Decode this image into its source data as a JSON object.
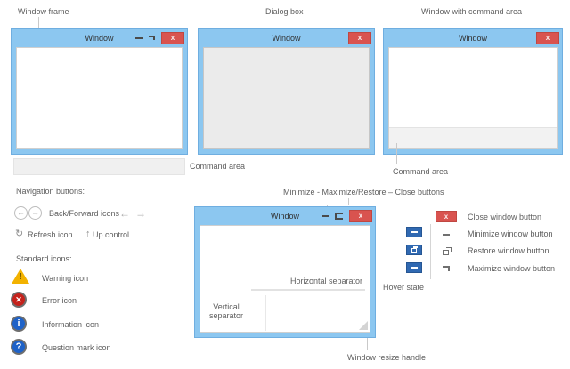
{
  "colors": {
    "titlebar_blue": "#8CC7F0",
    "frame_border": "#6FAEE0",
    "close_red": "#D9534F",
    "hover_blue": "#3069B2",
    "label_gray": "#5E5E5E"
  },
  "top_row": {
    "window_frame": {
      "caption": "Window frame",
      "title": "Window",
      "close_glyph": "x"
    },
    "dialog_box": {
      "caption": "Dialog box",
      "title": "Window",
      "close_glyph": "x"
    },
    "window_command": {
      "caption": "Window with command area",
      "title": "Window",
      "close_glyph": "x",
      "command_caption": "Command area"
    },
    "command_caption_left": "Command area"
  },
  "navigation": {
    "heading": "Navigation buttons:",
    "back_glyph": "←",
    "forward_glyph": "→",
    "back_forward_label": "Back/Forward icons",
    "arrow_left_glyph": "←",
    "arrow_right_glyph": "→",
    "refresh_glyph": "↻",
    "refresh_label": "Refresh icon",
    "up_glyph": "↑",
    "up_label": "Up control"
  },
  "standard_icons": {
    "heading": "Standard icons:",
    "items": [
      {
        "name": "warning",
        "glyph": "!",
        "label": "Warning icon"
      },
      {
        "name": "error",
        "glyph": "✕",
        "label": "Error icon"
      },
      {
        "name": "information",
        "glyph": "i",
        "label": "Information icon"
      },
      {
        "name": "question",
        "glyph": "?",
        "label": "Question mark icon"
      }
    ]
  },
  "demo_window": {
    "caption": "Minimize - Maximize/Restore – Close buttons",
    "title": "Window",
    "close_glyph": "x",
    "horizontal_separator_label": "Horizontal separator",
    "vertical_separator_label": "Vertical separator",
    "resize_handle_label": "Window resize handle"
  },
  "buttons_legend": {
    "close_glyph": "x",
    "close_label": "Close window button",
    "minimize_label": "Minimize window button",
    "restore_label": "Restore window button",
    "maximize_label": "Maximize window button",
    "hover_state_label": "Hover state"
  }
}
